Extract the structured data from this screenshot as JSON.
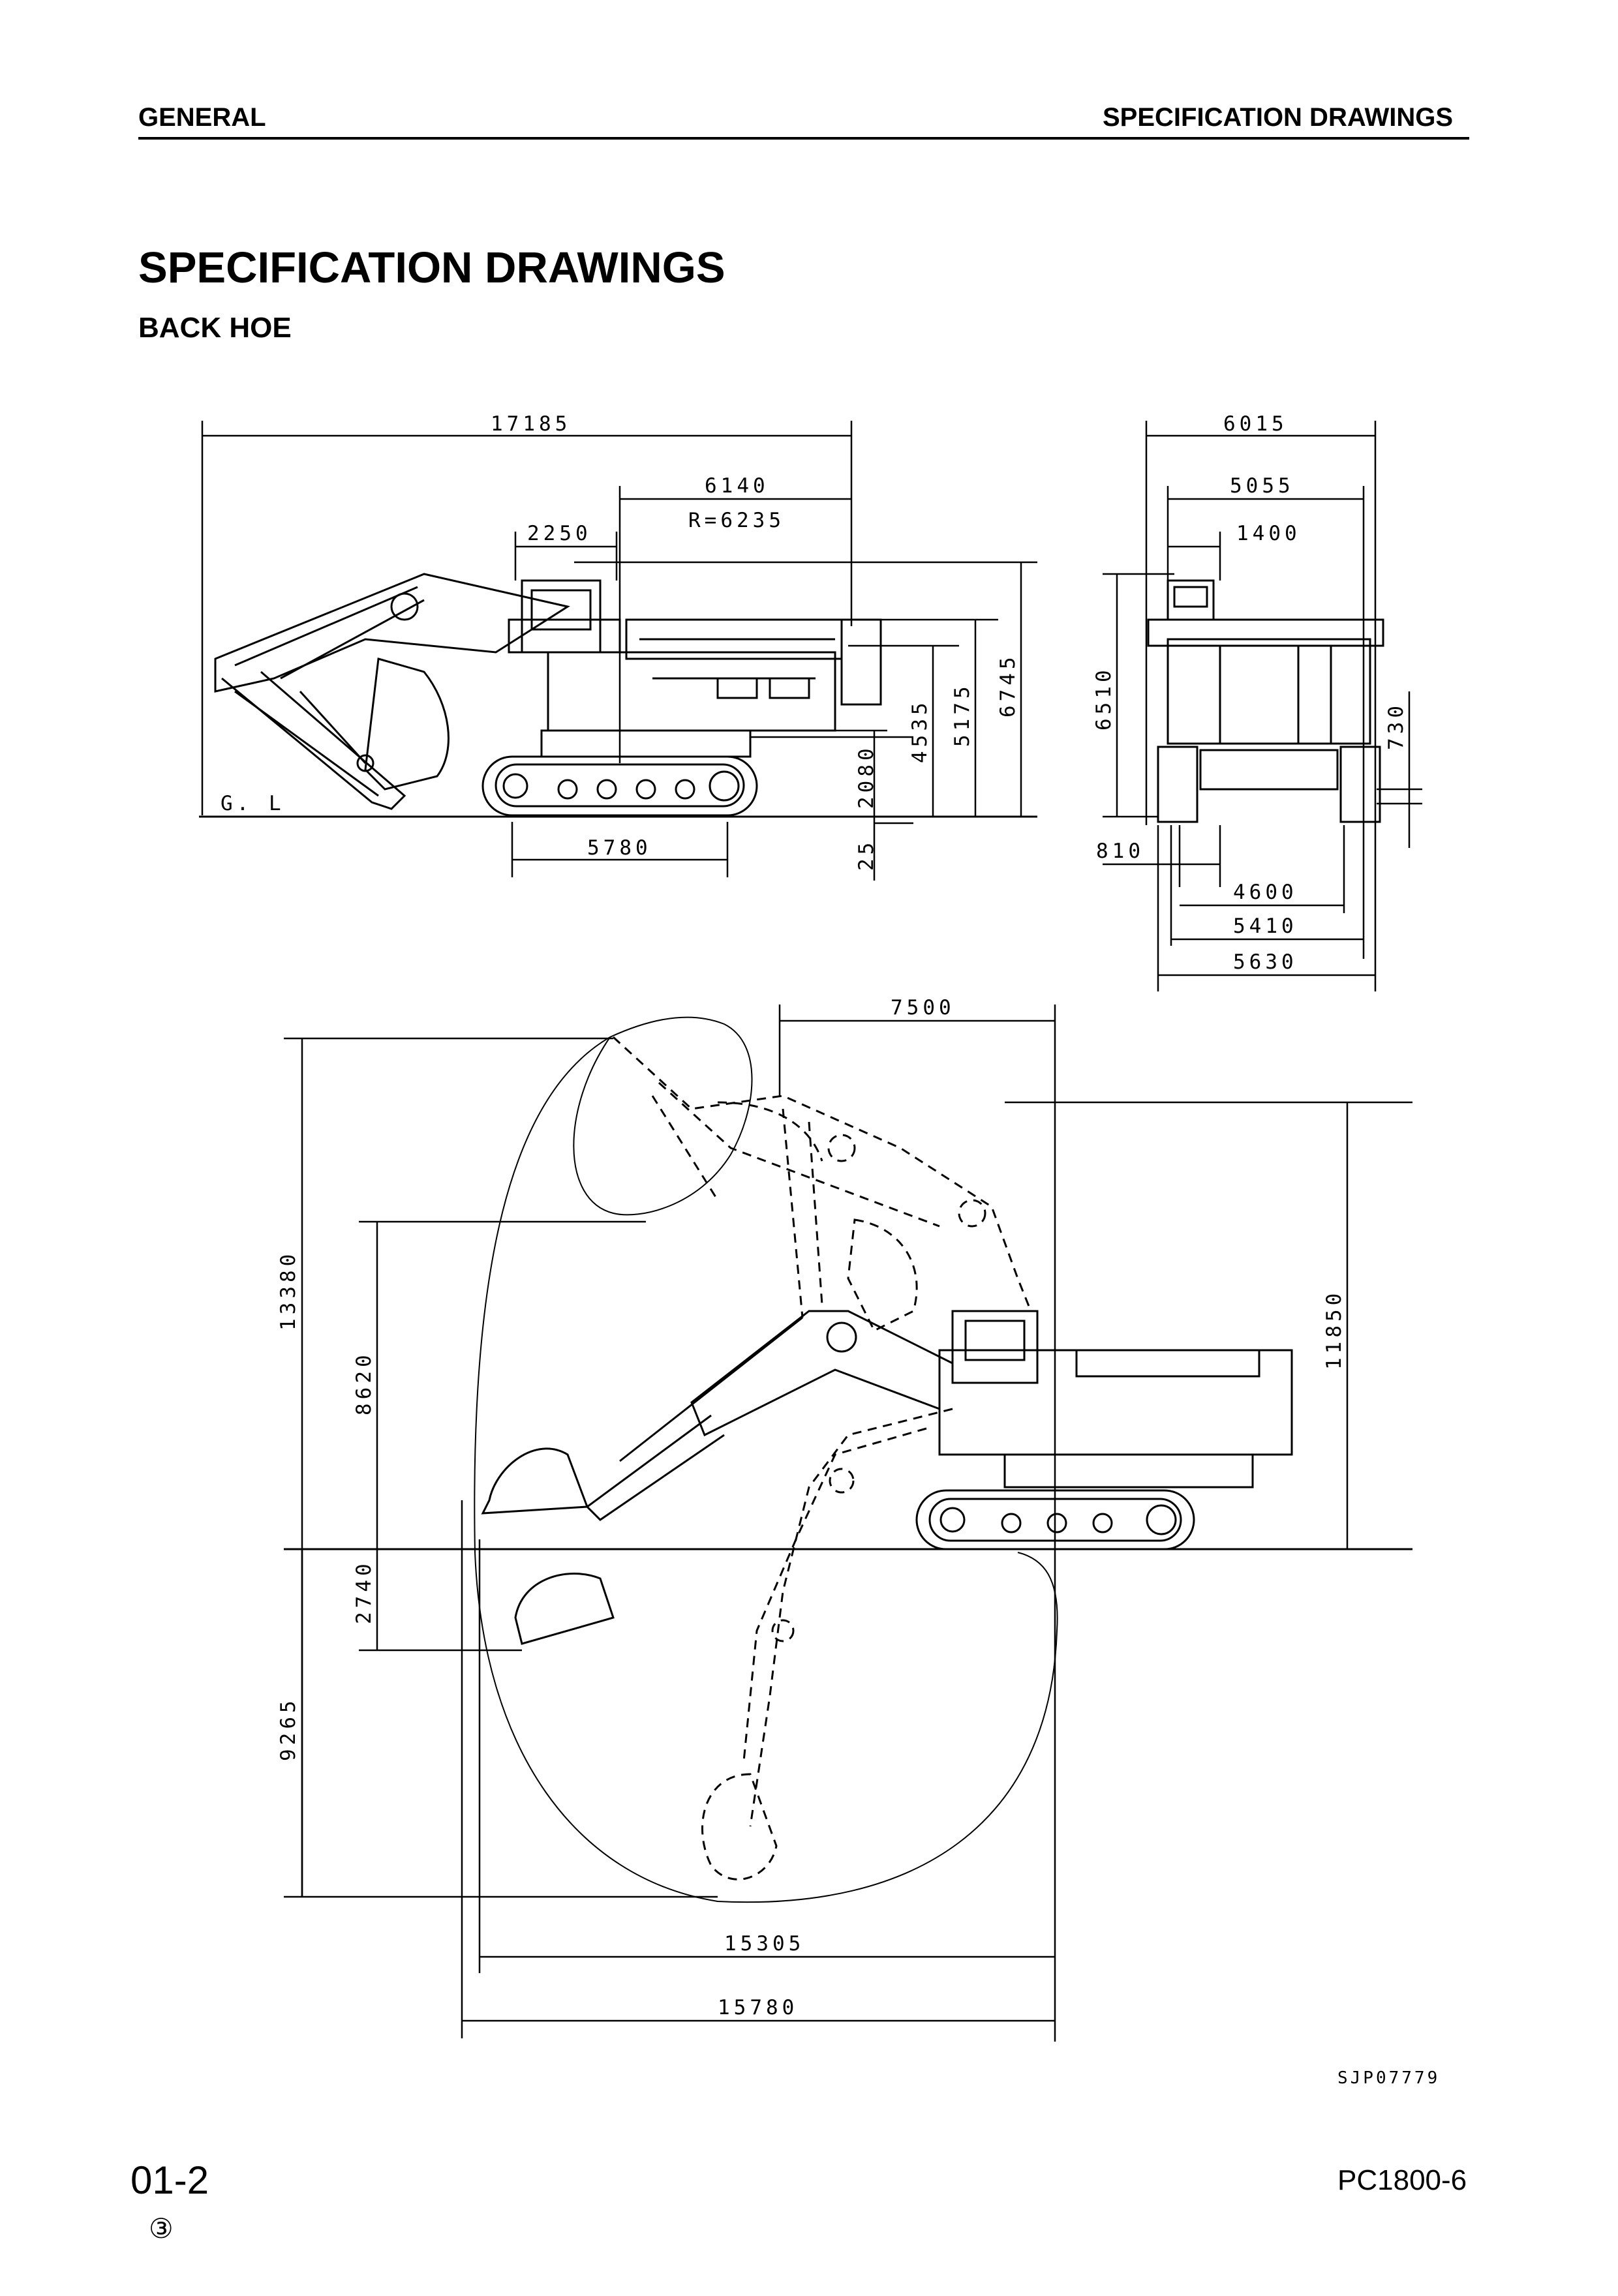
{
  "header": {
    "left": "GENERAL",
    "right": "SPECIFICATION DRAWINGS"
  },
  "title": "SPECIFICATION DRAWINGS",
  "subtitle": "BACK HOE",
  "side_view": {
    "overall_length": "17185",
    "tail_swing": "6140",
    "tail_radius": "R=6235",
    "cab_offset": "2250",
    "track_length": "5780",
    "ground_clearance": "25",
    "counterweight_clearance": "2080",
    "height_to_engine_hood": "4535",
    "height_to_handrail": "5175",
    "overall_height": "6745",
    "ground_line": "G. L"
  },
  "front_view": {
    "upper_width": "6015",
    "cab_width_span": "5055",
    "cab_width": "1400",
    "overall_height": "6510",
    "track_height": "730",
    "shoe_width": "810",
    "track_gauge": "4600",
    "overall_track_width": "5410",
    "max_track_width": "5630"
  },
  "working_range": {
    "reach_to_center": "7500",
    "max_height": "13380",
    "max_dump_height": "8620",
    "max_digging_depth_vertical": "2740",
    "max_digging_depth": "9265",
    "height_to_top_of_boom": "11850",
    "max_reach_ground": "15305",
    "max_reach": "15780"
  },
  "drawing_ref": "SJP07779",
  "footer": {
    "page_number": "01-2",
    "revision": "③",
    "model": "PC1800-6"
  }
}
